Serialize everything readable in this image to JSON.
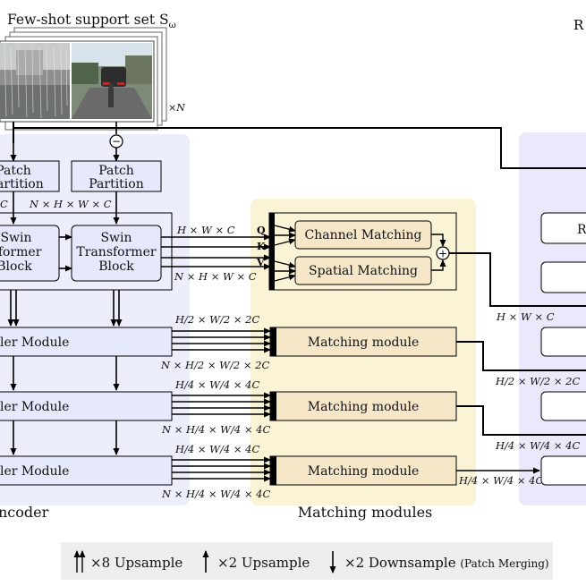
{
  "header": {
    "support_set_label": "Few-shot support set S",
    "support_set_subscript": "ω",
    "times_n": "×N",
    "right_edge_letter": "R"
  },
  "encoder": {
    "patch_partition_left_line1": "Patch",
    "patch_partition_left_line2": "Partition",
    "patch_partition_right_line1": "Patch",
    "patch_partition_right_line2": "Partition",
    "dim_left_partial": "C",
    "dim_nhwc": "N × H × W × C",
    "swin_left_line1": "Swin",
    "swin_left_line2": "nsformer",
    "swin_left_line3": "Block",
    "swin_right_line1": "Swin",
    "swin_right_line2": "Transformer",
    "swin_right_line3": "Block",
    "encoder_module_label": "ler Module",
    "section_title": "ncoder"
  },
  "matching": {
    "q": "Q",
    "k": "K",
    "v": "V",
    "channel_matching": "Channel Matching",
    "spatial_matching": "Spatial Matching",
    "plus": "+",
    "minus": "−",
    "matching_module_label": "Matching module",
    "section_title": "Matching modules"
  },
  "dims": {
    "hwc_top": "H × W × C",
    "nhwc_bottom": "N × H × W × C",
    "h2_top": "H/2 × W/2 × 2C",
    "h2_bottom": "N × H/2 × W/2 × 2C",
    "h4_top_1": "H/4 × W/4 × 4C",
    "h4_bottom_1": "N × H/4 × W/4 × 4C",
    "h4_top_2": "H/4 × W/4 × 4C",
    "h4_bottom_2": "N × H/4 × W/4 × 4C",
    "out_hwc": "H × W × C",
    "out_h2": "H/2 × W/2 × 2C",
    "out_h4": "H/4 × W/4 × 4C",
    "out_h4_last": "H/4 × W/4 × 4C"
  },
  "legend": {
    "up8": "×8 Upsample",
    "up2": "×2 Upsample",
    "down2": "×2 Downsample",
    "down2_note": "(Patch Merging)"
  },
  "colors": {
    "encoder_bg": "#eceefb",
    "matching_bg": "#fbf3d6",
    "right_bg": "#ece8fb",
    "encoder_box": "#e6e8fb",
    "matching_box": "#f6e7c9",
    "legend_bg": "#eeeeee"
  }
}
